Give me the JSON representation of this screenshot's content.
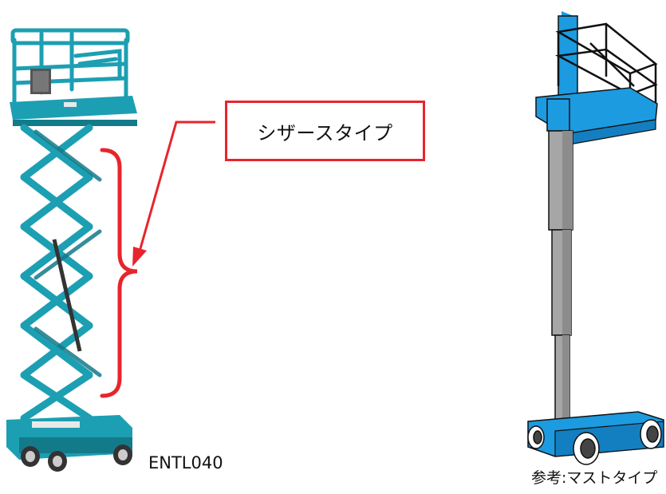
{
  "callout": {
    "text": "シザースタイプ"
  },
  "labels": {
    "scissor_model": "ENTL040",
    "mast_note": "参考:マストタイプ"
  },
  "colors": {
    "callout_red": "#e8242c",
    "scissor_teal": "#1c9fb2",
    "mast_blue": "#1c9be0",
    "mast_gray": "#a6a6a6"
  }
}
